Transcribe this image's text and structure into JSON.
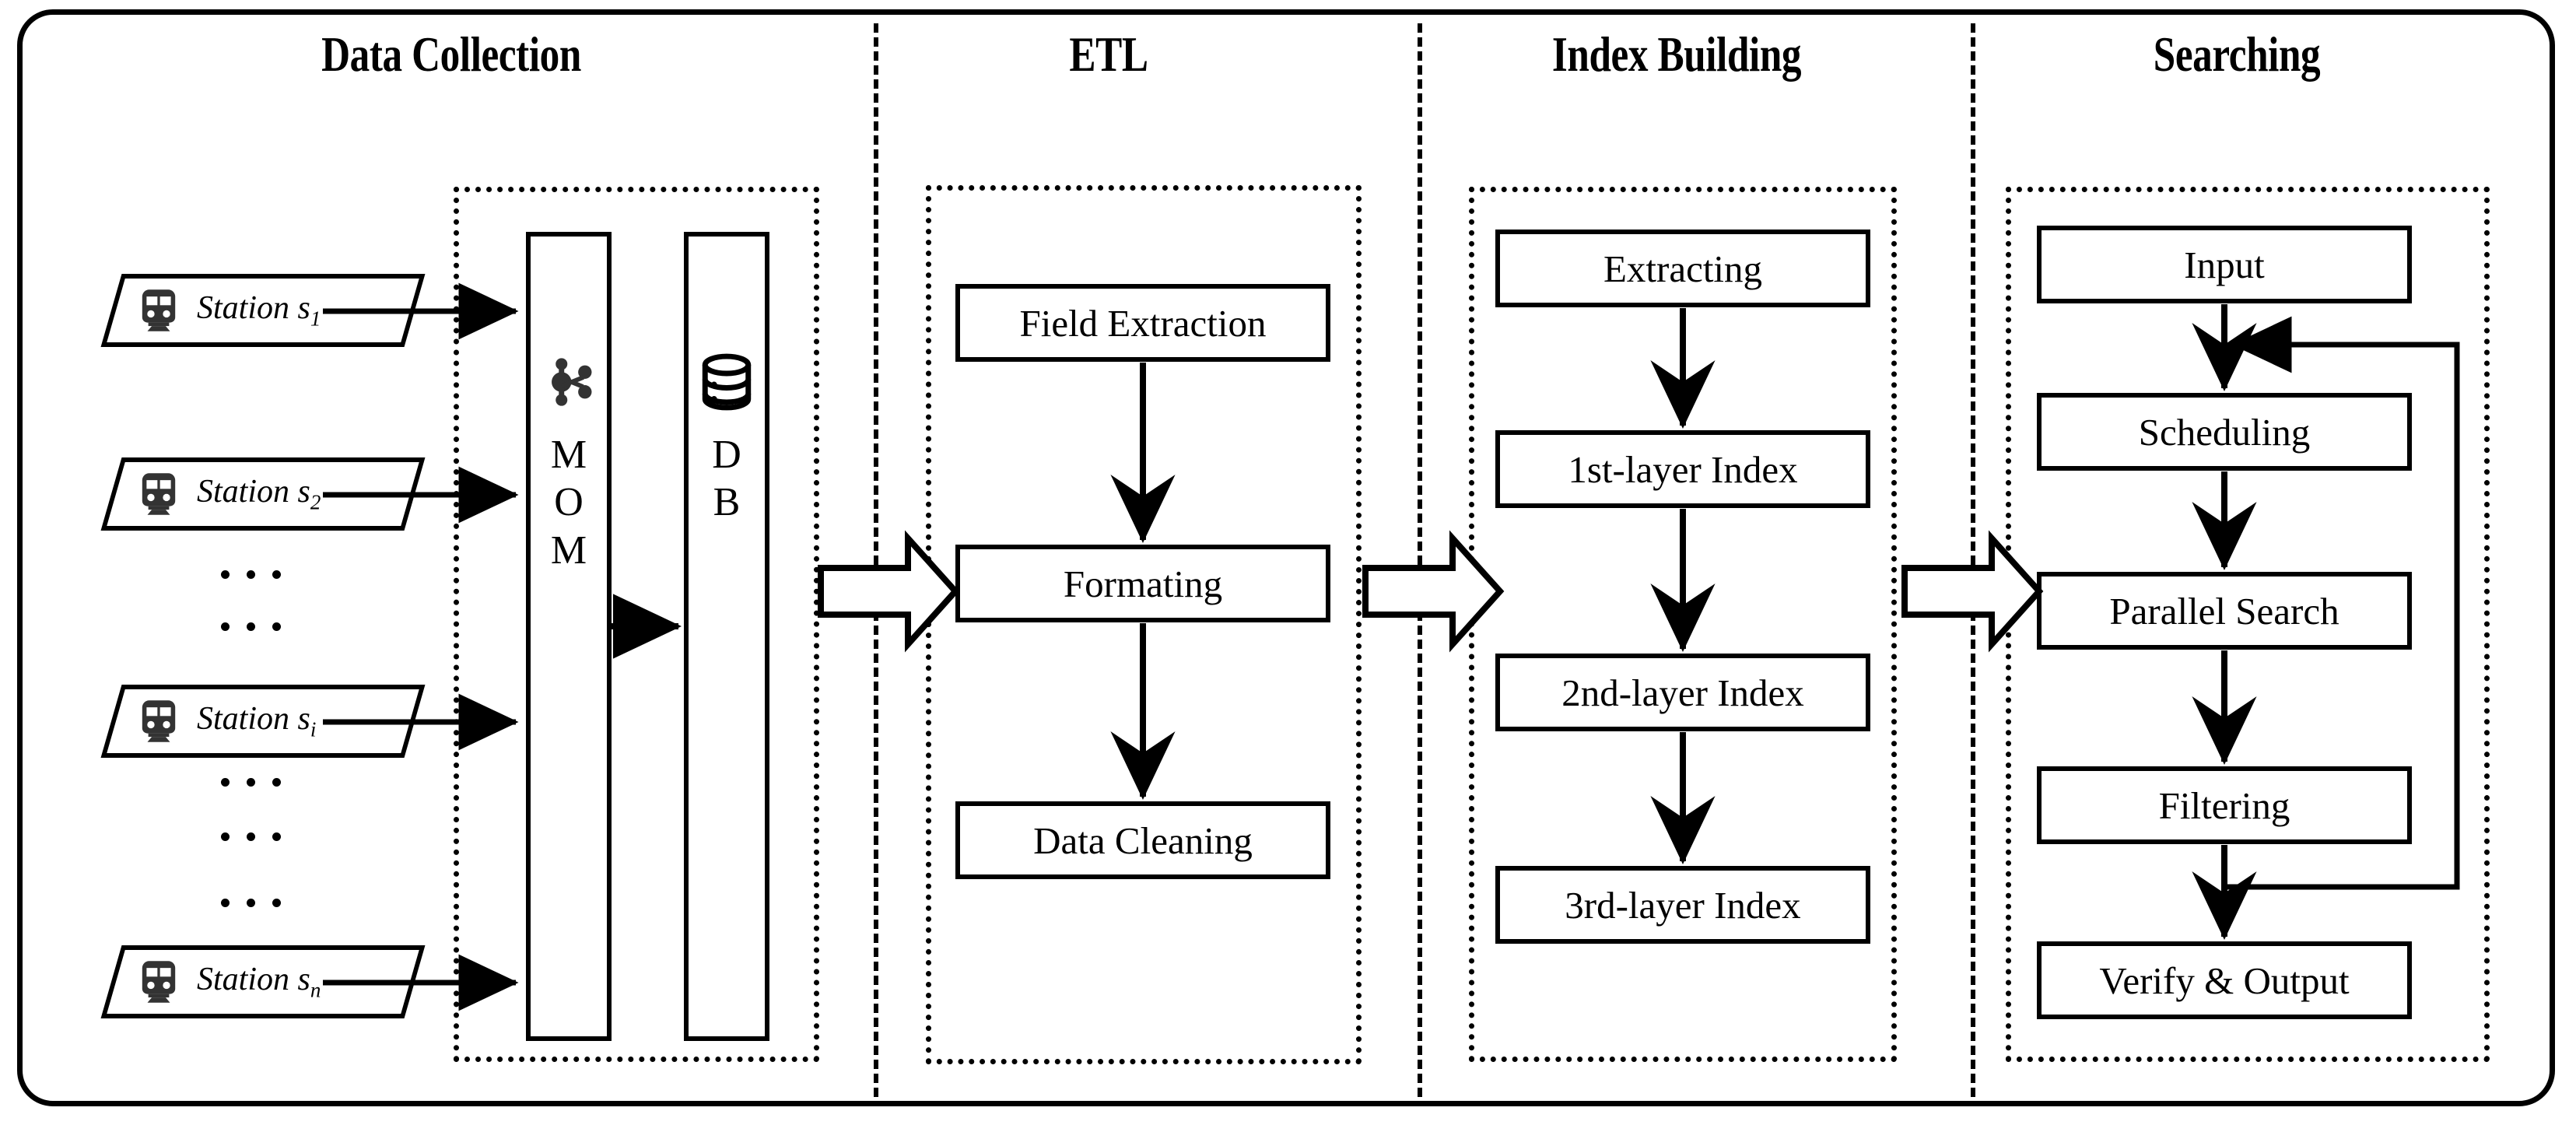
{
  "diagram": {
    "title_note": "Four-stage data pipeline architecture",
    "stages": [
      {
        "id": "data-collection",
        "label": "Data Collection"
      },
      {
        "id": "etl",
        "label": "ETL"
      },
      {
        "id": "index-building",
        "label": "Index Building"
      },
      {
        "id": "searching",
        "label": "Searching"
      }
    ]
  },
  "data_collection": {
    "stations": [
      {
        "label": "Station s",
        "sub": "1",
        "icon": "train-icon"
      },
      {
        "label": "Station s",
        "sub": "2",
        "icon": "train-icon"
      },
      {
        "label": "Station s",
        "sub": "i",
        "icon": "train-icon"
      },
      {
        "label": "Station s",
        "sub": "n",
        "icon": "train-icon"
      }
    ],
    "ellipsis": "...",
    "middleware": {
      "letters": [
        "M",
        "O",
        "M"
      ],
      "icon": "network-share-icon"
    },
    "database": {
      "letters": [
        "D",
        "B"
      ],
      "icon": "database-cylinder-icon"
    }
  },
  "etl": {
    "boxes": [
      {
        "label": "Field Extraction"
      },
      {
        "label": "Formating"
      },
      {
        "label": "Data Cleaning"
      }
    ]
  },
  "index_building": {
    "boxes": [
      {
        "label": "Extracting"
      },
      {
        "label": "1st-layer Index"
      },
      {
        "label": "2nd-layer Index"
      },
      {
        "label": "3rd-layer Index"
      }
    ]
  },
  "searching": {
    "boxes": [
      {
        "label": "Input"
      },
      {
        "label": "Scheduling"
      },
      {
        "label": "Parallel Search"
      },
      {
        "label": "Filtering"
      },
      {
        "label": "Verify & Output"
      }
    ],
    "feedback_note": "feedback-loop-arrow"
  },
  "colors": {
    "stroke": "#000000",
    "background": "#ffffff"
  }
}
